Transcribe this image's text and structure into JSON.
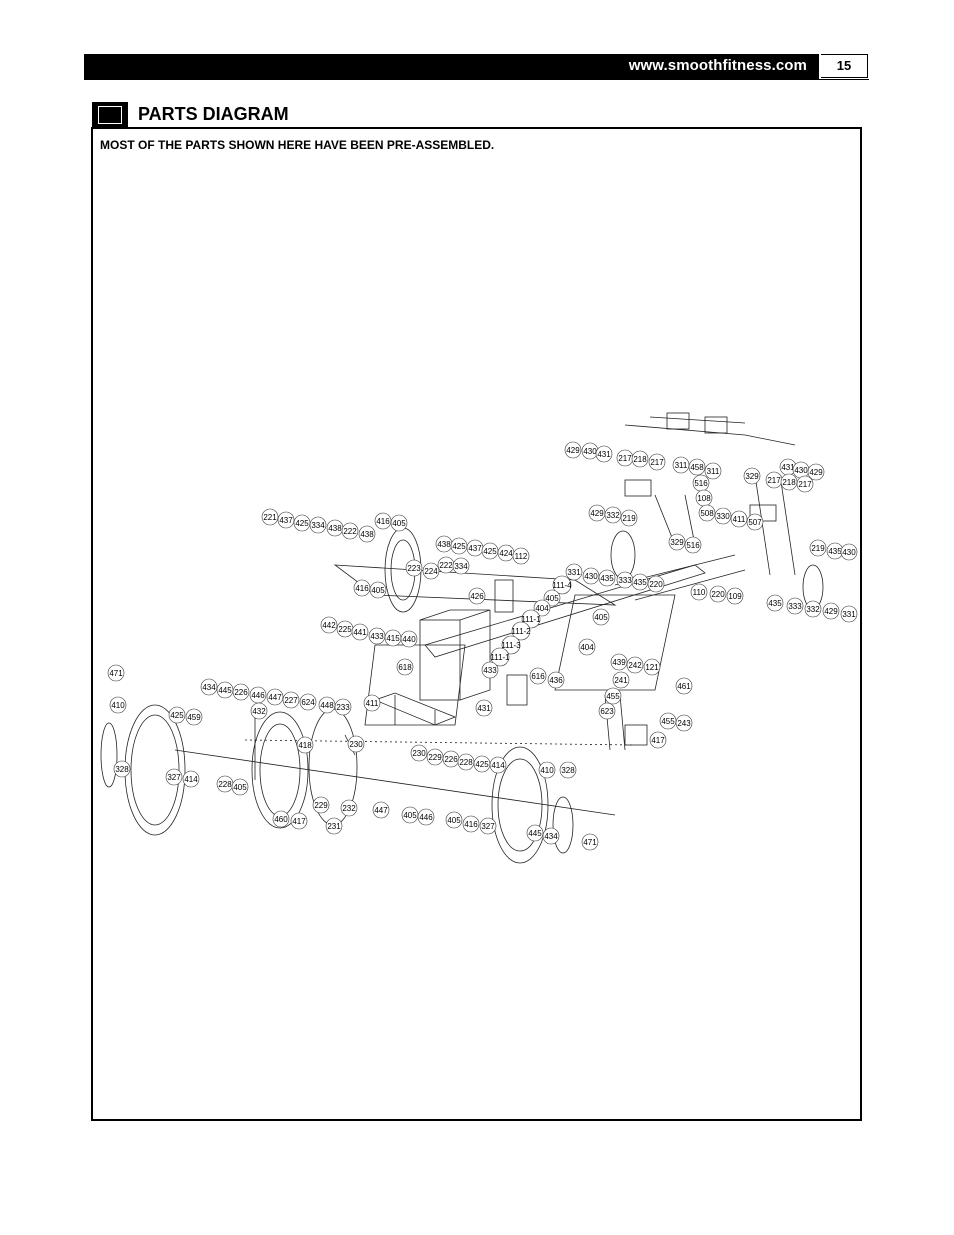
{
  "header": {
    "url": "www.smoothfitness.com",
    "page_number": "15"
  },
  "section": {
    "title": "PARTS DIAGRAM"
  },
  "note": "MOST OF THE PARTS SHOWN HERE HAVE BEEN PRE-ASSEMBLED.",
  "callouts": [
    "429",
    "430",
    "431",
    "217",
    "218",
    "217",
    "311",
    "458",
    "311",
    "516",
    "108",
    "329",
    "431",
    "430",
    "429",
    "217",
    "218",
    "217",
    "221",
    "437",
    "425",
    "334",
    "438",
    "222",
    "438",
    "416",
    "405",
    "429",
    "332",
    "219",
    "508",
    "330",
    "411",
    "507",
    "438",
    "425",
    "437",
    "425",
    "424",
    "112",
    "329",
    "516",
    "219",
    "435",
    "430",
    "416",
    "405",
    "223",
    "224",
    "222",
    "334",
    "426",
    "331",
    "430",
    "435",
    "333",
    "435",
    "220",
    "110",
    "220",
    "109",
    "435",
    "333",
    "332",
    "429",
    "331",
    "111-4",
    "405",
    "404",
    "405",
    "111-1",
    "111-2",
    "111-3",
    "111-1",
    "404",
    "442",
    "225",
    "441",
    "433",
    "415",
    "440",
    "618",
    "433",
    "616",
    "436",
    "439",
    "242",
    "121",
    "241",
    "461",
    "455",
    "623",
    "455",
    "243",
    "417",
    "411",
    "431",
    "471",
    "410",
    "434",
    "445",
    "226",
    "446",
    "447",
    "227",
    "624",
    "448",
    "233",
    "425",
    "459",
    "432",
    "418",
    "230",
    "328",
    "327",
    "414",
    "228",
    "405",
    "460",
    "417",
    "229",
    "231",
    "232",
    "230",
    "229",
    "226",
    "228",
    "425",
    "414",
    "410",
    "328",
    "447",
    "405",
    "446",
    "405",
    "416",
    "327",
    "445",
    "434",
    "471"
  ]
}
